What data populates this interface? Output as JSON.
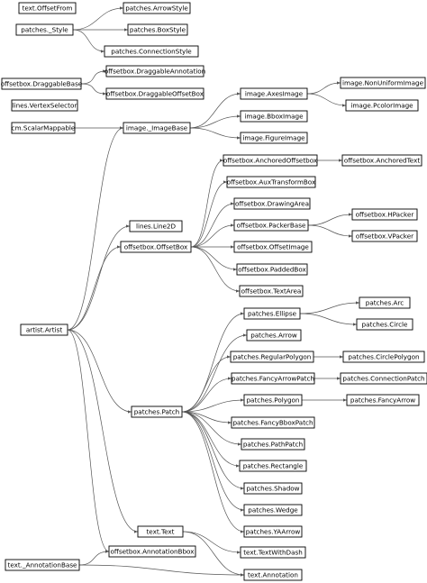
{
  "diagram": {
    "nodes": [
      {
        "id": "text_OffsetFrom",
        "label": "text.OffsetFrom"
      },
      {
        "id": "patches_Style",
        "label": "patches._Style"
      },
      {
        "id": "patches_ArrowStyle",
        "label": "patches.ArrowStyle"
      },
      {
        "id": "patches_BoxStyle",
        "label": "patches.BoxStyle"
      },
      {
        "id": "patches_ConnectionStyle",
        "label": "patches.ConnectionStyle"
      },
      {
        "id": "offsetbox_DraggableBase",
        "label": "offsetbox.DraggableBase"
      },
      {
        "id": "offsetbox_DraggableAnnotation",
        "label": "offsetbox.DraggableAnnotation"
      },
      {
        "id": "offsetbox_DraggableOffsetBox",
        "label": "offsetbox.DraggableOffsetBox"
      },
      {
        "id": "lines_VertexSelector",
        "label": "lines.VertexSelector"
      },
      {
        "id": "cm_ScalarMappable",
        "label": "cm.ScalarMappable"
      },
      {
        "id": "image_ImageBase",
        "label": "image._ImageBase"
      },
      {
        "id": "image_AxesImage",
        "label": "image.AxesImage"
      },
      {
        "id": "image_NonUniformImage",
        "label": "image.NonUniformImage"
      },
      {
        "id": "image_PcolorImage",
        "label": "image.PcolorImage"
      },
      {
        "id": "image_BboxImage",
        "label": "image.BboxImage"
      },
      {
        "id": "image_FigureImage",
        "label": "image.FigureImage"
      },
      {
        "id": "offsetbox_AnchoredOffsetbox",
        "label": "offsetbox.AnchoredOffsetbox"
      },
      {
        "id": "offsetbox_AnchoredText",
        "label": "offsetbox.AnchoredText"
      },
      {
        "id": "offsetbox_AuxTransformBox",
        "label": "offsetbox.AuxTransformBox"
      },
      {
        "id": "offsetbox_DrawingArea",
        "label": "offsetbox.DrawingArea"
      },
      {
        "id": "lines_Line2D",
        "label": "lines.Line2D"
      },
      {
        "id": "offsetbox_PackerBase",
        "label": "offsetbox.PackerBase"
      },
      {
        "id": "offsetbox_HPacker",
        "label": "offsetbox.HPacker"
      },
      {
        "id": "offsetbox_VPacker",
        "label": "offsetbox.VPacker"
      },
      {
        "id": "offsetbox_OffsetBox",
        "label": "offsetbox.OffsetBox"
      },
      {
        "id": "offsetbox_OffsetImage",
        "label": "offsetbox.OffsetImage"
      },
      {
        "id": "offsetbox_PaddedBox",
        "label": "offsetbox.PaddedBox"
      },
      {
        "id": "offsetbox_TextArea",
        "label": "offsetbox.TextArea"
      },
      {
        "id": "patches_Ellipse",
        "label": "patches.Ellipse"
      },
      {
        "id": "patches_Arc",
        "label": "patches.Arc"
      },
      {
        "id": "patches_Circle",
        "label": "patches.Circle"
      },
      {
        "id": "artist_Artist",
        "label": "artist.Artist"
      },
      {
        "id": "patches_Arrow",
        "label": "patches.Arrow"
      },
      {
        "id": "patches_RegularPolygon",
        "label": "patches.RegularPolygon"
      },
      {
        "id": "patches_CirclePolygon",
        "label": "patches.CirclePolygon"
      },
      {
        "id": "patches_FancyArrowPatch",
        "label": "patches.FancyArrowPatch"
      },
      {
        "id": "patches_ConnectionPatch",
        "label": "patches.ConnectionPatch"
      },
      {
        "id": "patches_Patch",
        "label": "patches.Patch"
      },
      {
        "id": "patches_Polygon",
        "label": "patches.Polygon"
      },
      {
        "id": "patches_FancyArrow",
        "label": "patches.FancyArrow"
      },
      {
        "id": "patches_FancyBboxPatch",
        "label": "patches.FancyBboxPatch"
      },
      {
        "id": "patches_PathPatch",
        "label": "patches.PathPatch"
      },
      {
        "id": "patches_Rectangle",
        "label": "patches.Rectangle"
      },
      {
        "id": "patches_Shadow",
        "label": "patches.Shadow"
      },
      {
        "id": "patches_Wedge",
        "label": "patches.Wedge"
      },
      {
        "id": "patches_YAArrow",
        "label": "patches.YAArrow"
      },
      {
        "id": "text_Text",
        "label": "text.Text"
      },
      {
        "id": "offsetbox_AnnotationBbox",
        "label": "offsetbox.AnnotationBbox"
      },
      {
        "id": "text_TextWithDash",
        "label": "text.TextWithDash"
      },
      {
        "id": "text_AnnotationBase",
        "label": "text._AnnotationBase"
      },
      {
        "id": "text_Annotation",
        "label": "text.Annotation"
      }
    ],
    "edges": [
      [
        "patches_Style",
        "patches_ArrowStyle"
      ],
      [
        "patches_Style",
        "patches_BoxStyle"
      ],
      [
        "patches_Style",
        "patches_ConnectionStyle"
      ],
      [
        "offsetbox_DraggableBase",
        "offsetbox_DraggableAnnotation"
      ],
      [
        "offsetbox_DraggableBase",
        "offsetbox_DraggableOffsetBox"
      ],
      [
        "cm_ScalarMappable",
        "image_ImageBase"
      ],
      [
        "image_ImageBase",
        "image_AxesImage"
      ],
      [
        "image_ImageBase",
        "image_BboxImage"
      ],
      [
        "image_ImageBase",
        "image_FigureImage"
      ],
      [
        "image_AxesImage",
        "image_NonUniformImage"
      ],
      [
        "image_AxesImage",
        "image_PcolorImage"
      ],
      [
        "offsetbox_AnchoredOffsetbox",
        "offsetbox_AnchoredText"
      ],
      [
        "offsetbox_OffsetBox",
        "offsetbox_AnchoredOffsetbox"
      ],
      [
        "offsetbox_OffsetBox",
        "offsetbox_AuxTransformBox"
      ],
      [
        "offsetbox_OffsetBox",
        "offsetbox_DrawingArea"
      ],
      [
        "offsetbox_OffsetBox",
        "offsetbox_PackerBase"
      ],
      [
        "offsetbox_OffsetBox",
        "offsetbox_OffsetImage"
      ],
      [
        "offsetbox_OffsetBox",
        "offsetbox_PaddedBox"
      ],
      [
        "offsetbox_OffsetBox",
        "offsetbox_TextArea"
      ],
      [
        "offsetbox_PackerBase",
        "offsetbox_HPacker"
      ],
      [
        "offsetbox_PackerBase",
        "offsetbox_VPacker"
      ],
      [
        "artist_Artist",
        "image_ImageBase"
      ],
      [
        "artist_Artist",
        "lines_Line2D"
      ],
      [
        "artist_Artist",
        "offsetbox_OffsetBox"
      ],
      [
        "artist_Artist",
        "patches_Patch"
      ],
      [
        "artist_Artist",
        "text_Text"
      ],
      [
        "artist_Artist",
        "offsetbox_AnnotationBbox"
      ],
      [
        "patches_Patch",
        "patches_Ellipse"
      ],
      [
        "patches_Patch",
        "patches_Arrow"
      ],
      [
        "patches_Patch",
        "patches_RegularPolygon"
      ],
      [
        "patches_Patch",
        "patches_FancyArrowPatch"
      ],
      [
        "patches_Patch",
        "patches_Polygon"
      ],
      [
        "patches_Patch",
        "patches_FancyBboxPatch"
      ],
      [
        "patches_Patch",
        "patches_PathPatch"
      ],
      [
        "patches_Patch",
        "patches_Rectangle"
      ],
      [
        "patches_Patch",
        "patches_Shadow"
      ],
      [
        "patches_Patch",
        "patches_Wedge"
      ],
      [
        "patches_Patch",
        "patches_YAArrow"
      ],
      [
        "patches_Ellipse",
        "patches_Arc"
      ],
      [
        "patches_Ellipse",
        "patches_Circle"
      ],
      [
        "patches_RegularPolygon",
        "patches_CirclePolygon"
      ],
      [
        "patches_FancyArrowPatch",
        "patches_ConnectionPatch"
      ],
      [
        "patches_Polygon",
        "patches_FancyArrow"
      ],
      [
        "text_Text",
        "text_TextWithDash"
      ],
      [
        "text_Text",
        "text_Annotation"
      ],
      [
        "text_AnnotationBase",
        "offsetbox_AnnotationBbox"
      ],
      [
        "text_AnnotationBase",
        "text_Annotation"
      ]
    ]
  }
}
